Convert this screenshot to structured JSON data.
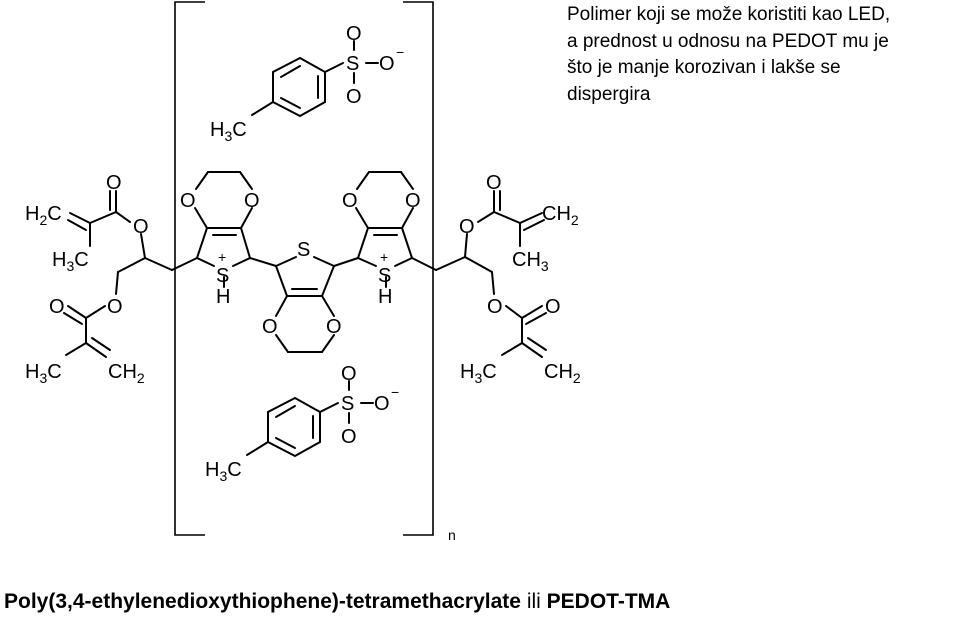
{
  "description": {
    "line1": "Polimer koji se može koristiti kao LED,",
    "line2": "a prednost u odnosu na PEDOT mu je",
    "line3": "što je manje korozivan i lakše se",
    "line4": "dispergira"
  },
  "caption": {
    "name": "Poly(3,4-ethylenedioxythiophene)-tetramethacrylate",
    "connector": "ili",
    "abbrev": "PEDOT-TMA"
  },
  "structure": {
    "atom_O": "O",
    "atom_S": "S",
    "atom_H": "H",
    "atom_C": "C",
    "H3": "H",
    "sub3": "3",
    "H2": "H",
    "sub2": "2",
    "plus": "+",
    "minus": "−",
    "repeat": "n"
  }
}
